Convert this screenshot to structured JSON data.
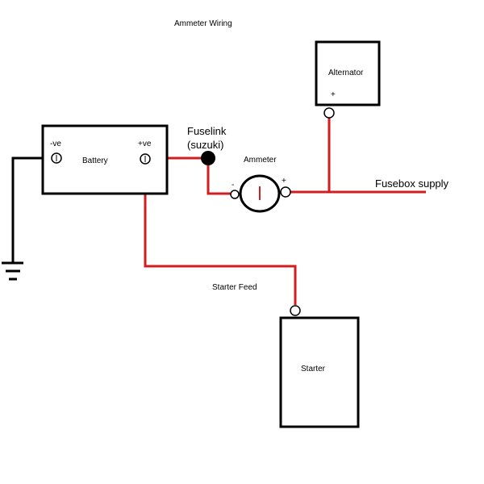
{
  "title": "Ammeter Wiring",
  "colors": {
    "wire_positive": "#d21e1e",
    "wire_ground": "#000000",
    "outline": "#000000",
    "background": "#ffffff"
  },
  "components": {
    "battery": {
      "label": "Battery",
      "neg_label": "-ve",
      "pos_label": "+ve"
    },
    "alternator": {
      "label": "Alternator",
      "pos_label": "+"
    },
    "fuselink": {
      "label_line1": "Fuselink",
      "label_line2": "(suzuki)"
    },
    "ammeter": {
      "label": "Ammeter",
      "neg_label": "-",
      "pos_label": "+",
      "needle_glyph": "I"
    },
    "starter": {
      "label": "Starter"
    },
    "ground": {
      "icon": "ground-icon"
    }
  },
  "wires": {
    "fusebox_supply_label": "Fusebox supply",
    "starter_feed_label": "Starter Feed"
  }
}
